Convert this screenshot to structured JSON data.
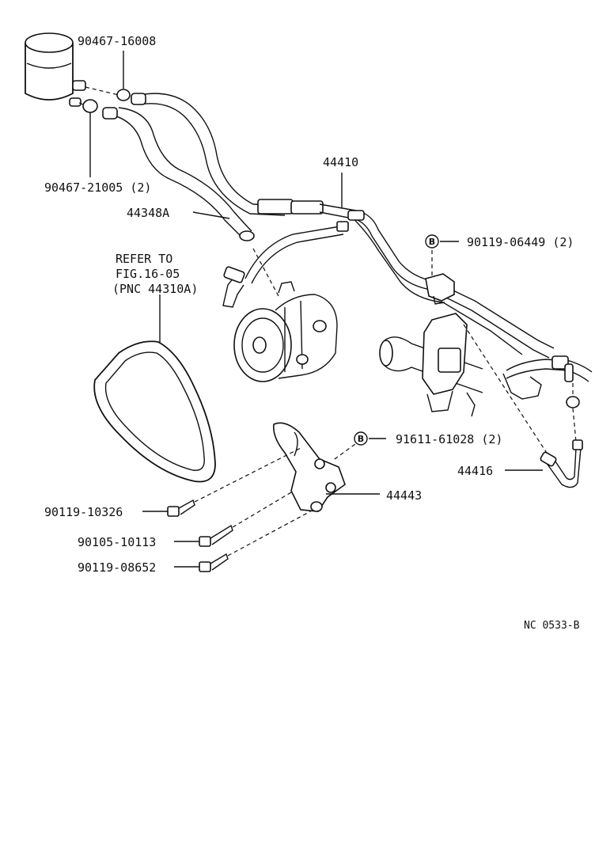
{
  "labels": {
    "part_90467_16008": "90467-16008",
    "part_90467_21005": "90467-21005 (2)",
    "part_44348A": "44348A",
    "part_44410": "44410",
    "part_90119_06449": "90119-06449 (2)",
    "refer_line1": "REFER TO",
    "refer_line2": "FIG.16-05",
    "refer_line3": "(PNC 44310A)",
    "part_91611_61028": "91611-61028 (2)",
    "part_44416": "44416",
    "part_44443": "44443",
    "part_90119_10326": "90119-10326",
    "part_90105_10113": "90105-10113",
    "part_90119_08652": "90119-08652",
    "figure_code": "NC 0533-B",
    "badge_letter": "B"
  }
}
